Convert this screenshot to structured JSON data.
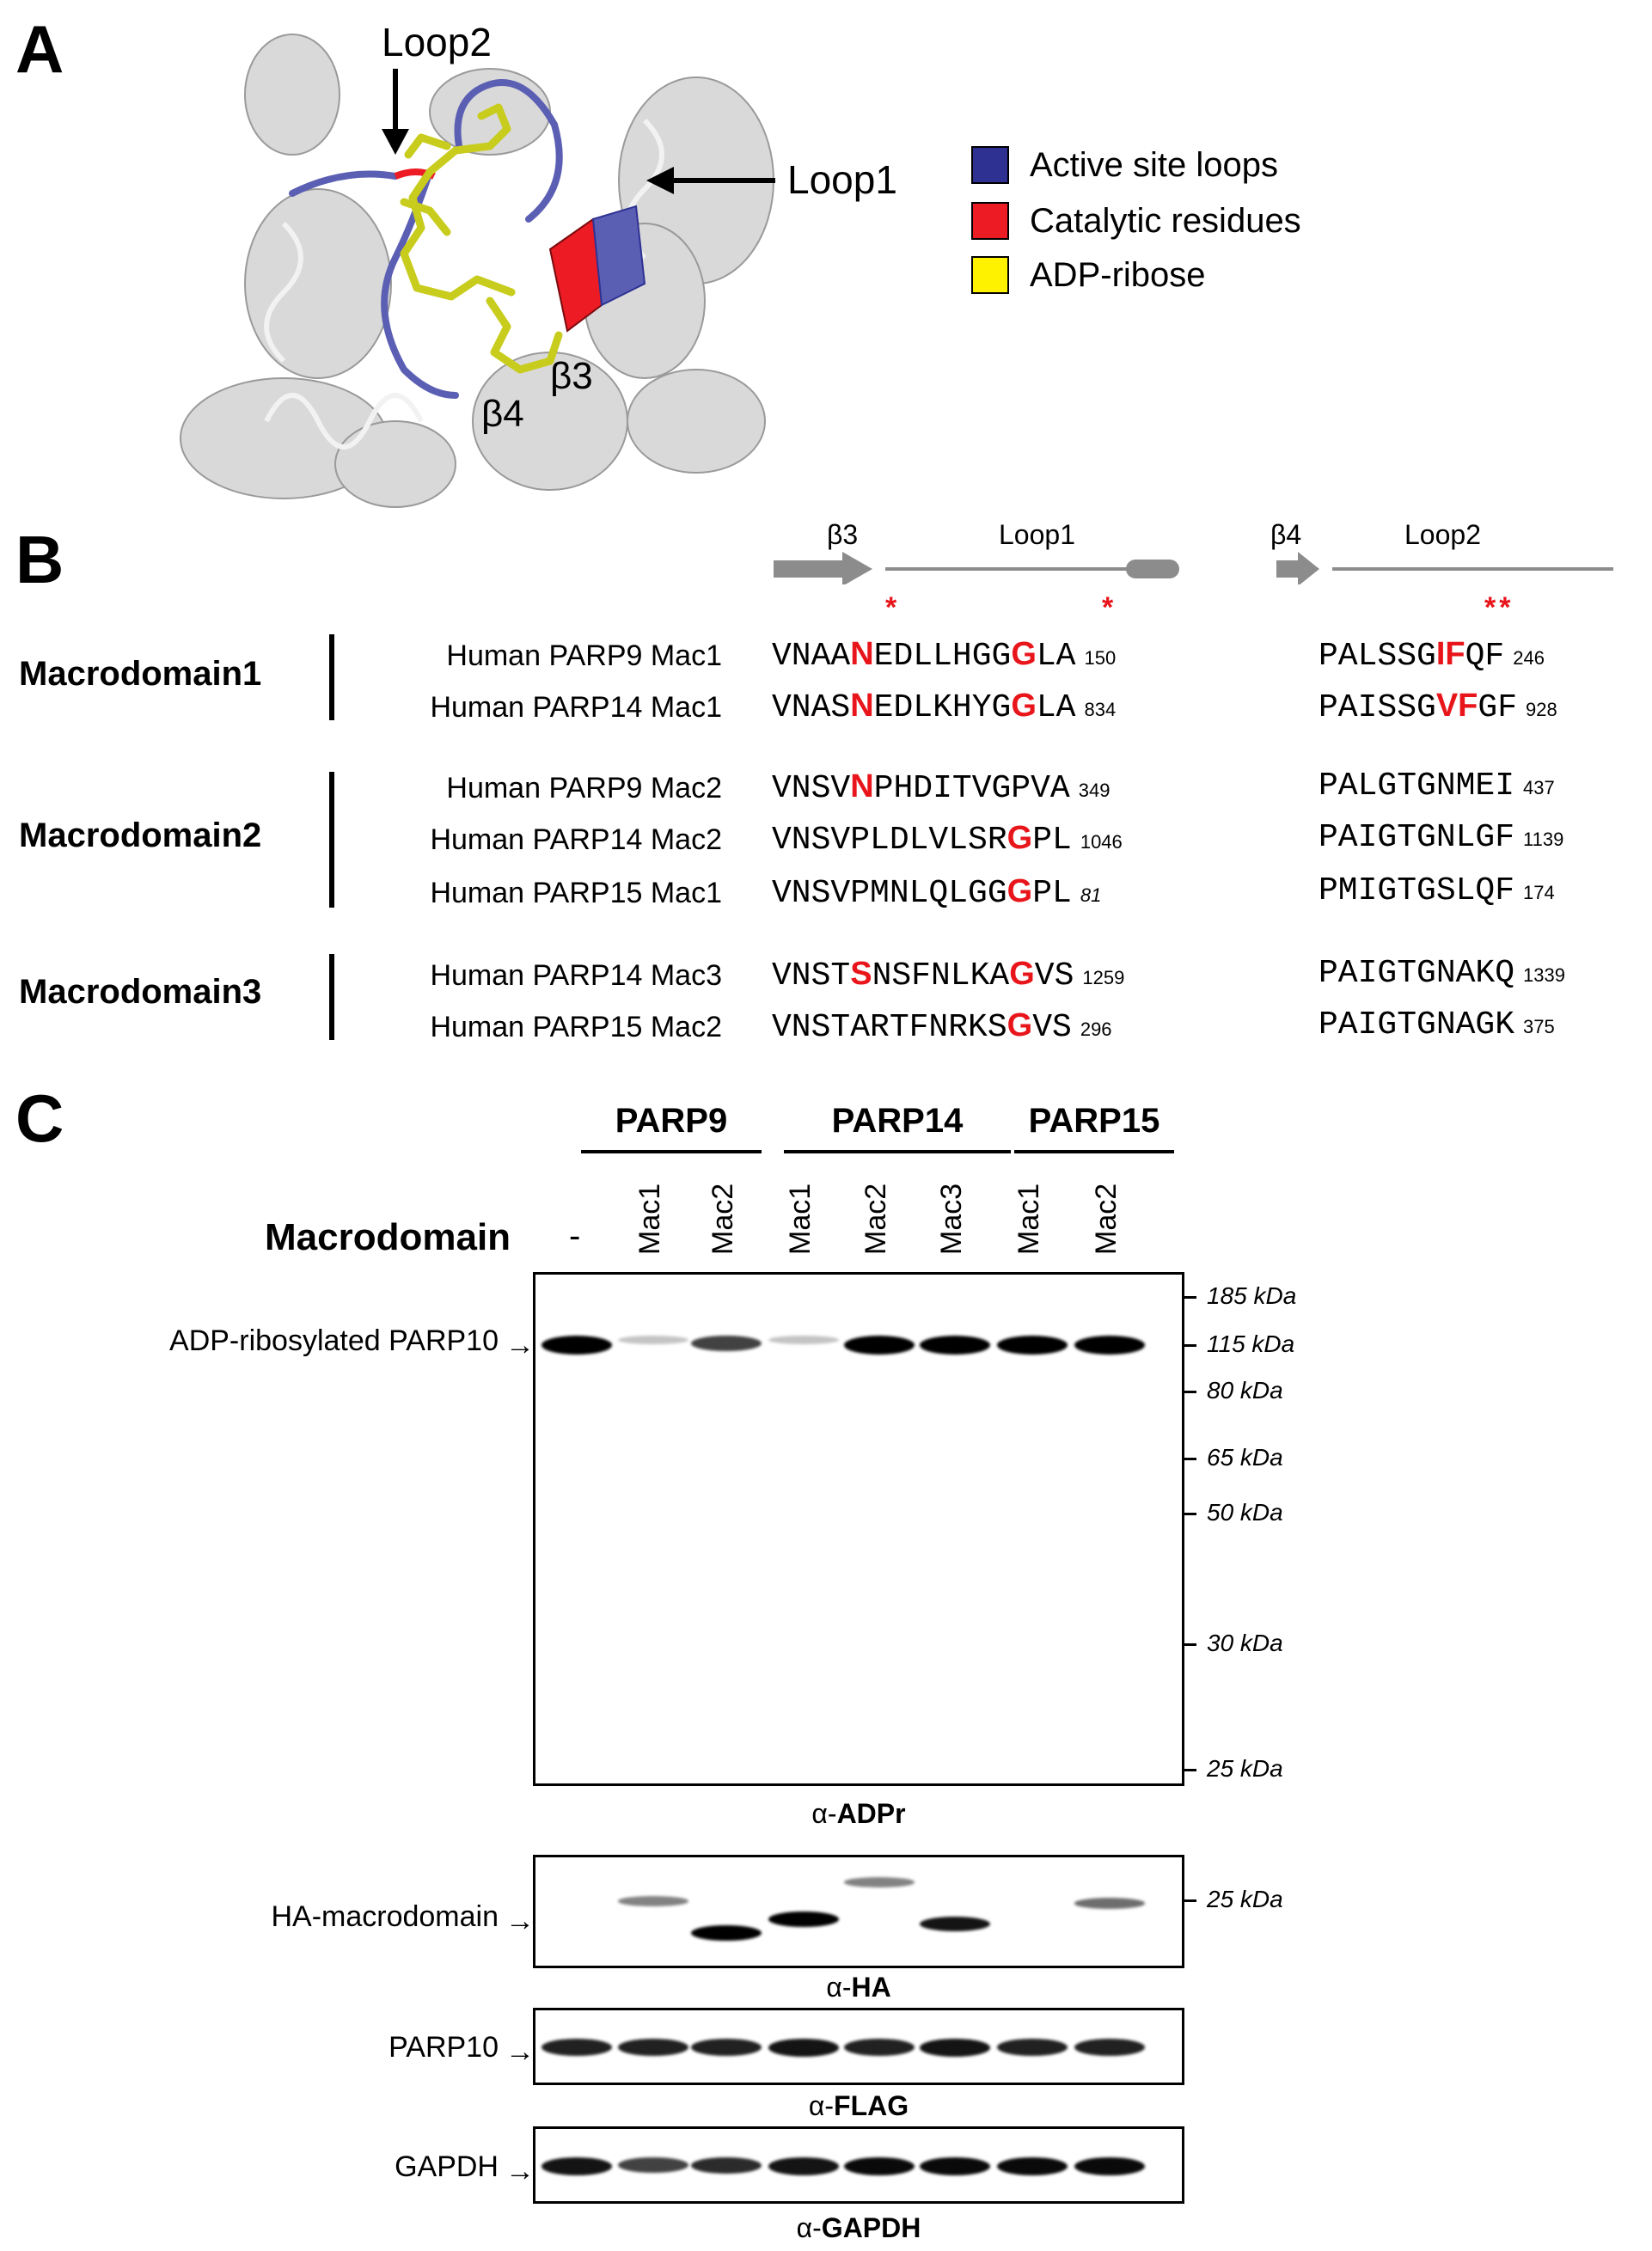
{
  "panels": {
    "a": "A",
    "b": "B",
    "c": "C"
  },
  "panel_a": {
    "labels": {
      "loop2": "Loop2",
      "loop1": "Loop1",
      "beta3": "β3",
      "beta4": "β4"
    },
    "legend": [
      {
        "label": "Active site loops",
        "color": "#2e3192"
      },
      {
        "label": "Catalytic residues",
        "color": "#ed1c24"
      },
      {
        "label": "ADP-ribose",
        "color": "#fff200"
      }
    ]
  },
  "panel_b": {
    "topology": {
      "beta3": "β3",
      "loop1": "Loop1",
      "beta4": "β4",
      "loop2": "Loop2"
    },
    "stars": {
      "s1": "*",
      "s2": "*",
      "s3": "**"
    },
    "groups": [
      {
        "label": "Macrodomain1"
      },
      {
        "label": "Macrodomain2"
      },
      {
        "label": "Macrodomain3"
      }
    ],
    "rows": [
      {
        "name": "Human PARP9 Mac1",
        "seq1": [
          "VNAA",
          "N",
          "EDLLHGG",
          "G",
          "LA"
        ],
        "num1": "150",
        "seq2": [
          "PALSSG",
          "IF",
          "QF"
        ],
        "num2": "246"
      },
      {
        "name": "Human PARP14 Mac1",
        "seq1": [
          "VNAS",
          "N",
          "EDLKHYG",
          "G",
          "LA"
        ],
        "num1": "834",
        "seq2": [
          "PAISSG",
          "VF",
          "GF"
        ],
        "num2": "928"
      },
      {
        "name": "Human PARP9 Mac2",
        "seq1": [
          "VNSV",
          "N",
          "PHDITVGPVA",
          "",
          ""
        ],
        "num1": "349",
        "seq2": [
          "PALGTGNMEI",
          "",
          ""
        ],
        "num2": "437"
      },
      {
        "name": "Human PARP14 Mac2",
        "seq1": [
          "VNSVPLDLVLSR",
          "G",
          "PL",
          "",
          ""
        ],
        "num1": "1046",
        "seq2": [
          "PAIGTGNLGF",
          "",
          ""
        ],
        "num2": "1139"
      },
      {
        "name": "Human PARP15 Mac1",
        "seq1": [
          "VNSVPMNLQLGG",
          "G",
          "PL",
          "",
          ""
        ],
        "num1": "81",
        "seq2": [
          "PMIGTGSLQF",
          "",
          ""
        ],
        "num2": "174"
      },
      {
        "name": "Human PARP14 Mac3",
        "seq1": [
          "VNST",
          "S",
          "NSFNLKA",
          "G",
          "VS"
        ],
        "num1": "1259",
        "seq2": [
          "PAIGTGNAKQ",
          "",
          ""
        ],
        "num2": "1339"
      },
      {
        "name": "Human PARP15 Mac2",
        "seq1": [
          "VNSTARTFNRKS",
          "G",
          "VS",
          "",
          ""
        ],
        "num1": "296",
        "seq2": [
          "PAIGTGNAGK",
          "",
          ""
        ],
        "num2": "375"
      }
    ]
  },
  "panel_c": {
    "groups": [
      {
        "label": "PARP9"
      },
      {
        "label": "PARP14"
      },
      {
        "label": "PARP15"
      }
    ],
    "macrodomain_label": "Macrodomain",
    "lanes": [
      "-",
      "Mac1",
      "Mac2",
      "Mac1",
      "Mac2",
      "Mac3",
      "Mac1",
      "Mac2"
    ],
    "markers": [
      "185 kDa",
      "115 kDa",
      "80 kDa",
      "65 kDa",
      "50 kDa",
      "30 kDa",
      "25 kDa"
    ],
    "marker_ha": "25 kDa",
    "row_labels": {
      "adpr": "ADP-ribosylated PARP10",
      "ha": "HA-macrodomain",
      "flag": "PARP10",
      "gapdh": "GAPDH"
    },
    "antibodies": {
      "adpr_prefix": "α-",
      "adpr": "ADPr",
      "ha_prefix": "α-",
      "ha": "HA",
      "flag_prefix": "α-",
      "flag": "FLAG",
      "gapdh_prefix": "α-",
      "gapdh": "GAPDH"
    },
    "band_intensity": {
      "adpr": [
        1.0,
        0.1,
        0.7,
        0.1,
        1.0,
        1.0,
        1.0,
        1.0
      ],
      "ha": [
        0.0,
        0.4,
        1.0,
        1.0,
        0.4,
        0.9,
        0.0,
        0.5
      ],
      "flag": [
        0.85,
        0.85,
        0.85,
        0.9,
        0.85,
        0.9,
        0.85,
        0.85
      ],
      "gapdh": [
        0.9,
        0.7,
        0.8,
        0.9,
        0.95,
        0.95,
        0.95,
        0.95
      ]
    }
  }
}
